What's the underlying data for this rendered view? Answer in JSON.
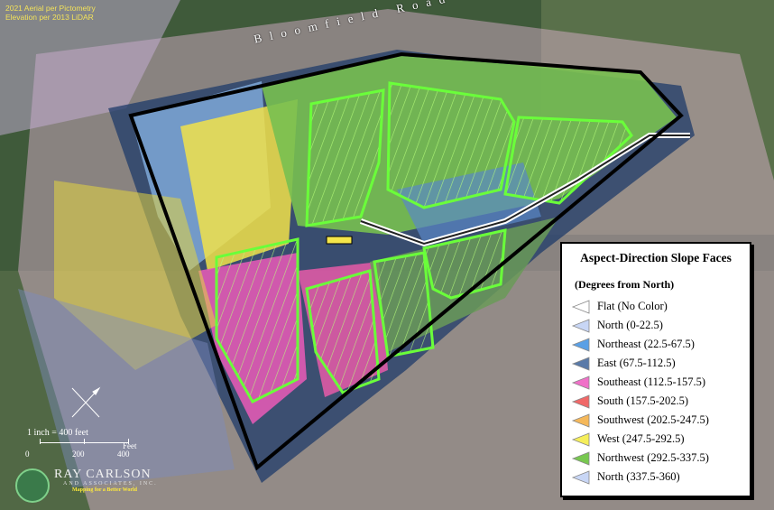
{
  "credit": {
    "line1": "2021 Aerial per Pictometry",
    "line2": "Elevation per 2013 LiDAR"
  },
  "road_label": "Bloomfield Road",
  "legend": {
    "title": "Aspect-Direction Slope Faces",
    "subtitle": "(Degrees from North)",
    "items": [
      {
        "label": "Flat (No Color)",
        "color": "#ffffff"
      },
      {
        "label": "North (0-22.5)",
        "color": "#c8d6f5"
      },
      {
        "label": "Northeast (22.5-67.5)",
        "color": "#5aa0e6"
      },
      {
        "label": "East (67.5-112.5)",
        "color": "#5a7aa8"
      },
      {
        "label": "Southeast (112.5-157.5)",
        "color": "#f070c8"
      },
      {
        "label": "South (157.5-202.5)",
        "color": "#f06868"
      },
      {
        "label": "Southwest (202.5-247.5)",
        "color": "#f5b85a"
      },
      {
        "label": "West (247.5-292.5)",
        "color": "#f5ee5a"
      },
      {
        "label": "Northwest (292.5-337.5)",
        "color": "#78c850"
      },
      {
        "label": "North (337.5-360)",
        "color": "#c8d6f5"
      }
    ]
  },
  "scale": {
    "title": "1 inch = 400 feet",
    "ticks": [
      "0",
      "200",
      "400"
    ],
    "unit": "Feet"
  },
  "logo": {
    "name": "RAY CARLSON",
    "sub": "AND ASSOCIATES, INC.",
    "tagline": "Mapping for a Better World"
  }
}
